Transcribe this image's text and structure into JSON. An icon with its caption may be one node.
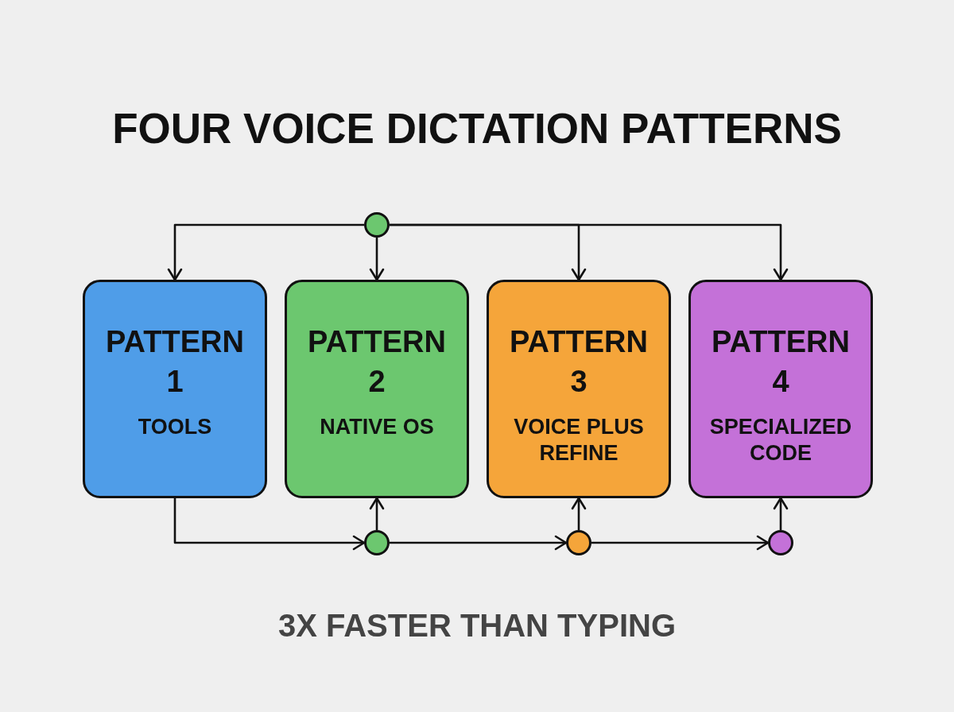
{
  "diagram": {
    "title": "FOUR VOICE DICTATION PATTERNS",
    "caption": "3X FASTER THAN TYPING",
    "nodes": [
      {
        "text": [],
        "shape": "circle"
      },
      {
        "text": [
          "PATTERN 1",
          "TOOLS"
        ]
      },
      {
        "text": [
          "PATTERN 2",
          "NATIVE OS"
        ]
      },
      {
        "text": [
          "PATTERN 3",
          "VOICE PLUS REFINE"
        ]
      },
      {
        "text": [
          "PATTERN 4",
          "SPECIALIZED CODE"
        ]
      },
      {
        "text": [],
        "shape": "circle"
      },
      {
        "text": [],
        "shape": "circle"
      },
      {
        "text": [],
        "shape": "circle"
      }
    ],
    "edges": [
      {
        "from": 0,
        "to": 1,
        "arrow": "to"
      },
      {
        "from": 0,
        "to": 2,
        "arrow": "to"
      },
      {
        "from": 0,
        "to": 3,
        "arrow": "to"
      },
      {
        "from": 0,
        "to": 4,
        "arrow": "to"
      },
      {
        "from": 1,
        "to": 5,
        "arrow": "to"
      },
      {
        "from": 5,
        "to": 2,
        "arrow": "to"
      },
      {
        "from": 5,
        "to": 6,
        "arrow": "to"
      },
      {
        "from": 6,
        "to": 3,
        "arrow": "to"
      },
      {
        "from": 6,
        "to": 7,
        "arrow": "to"
      },
      {
        "from": 7,
        "to": 4,
        "arrow": "to"
      }
    ]
  }
}
